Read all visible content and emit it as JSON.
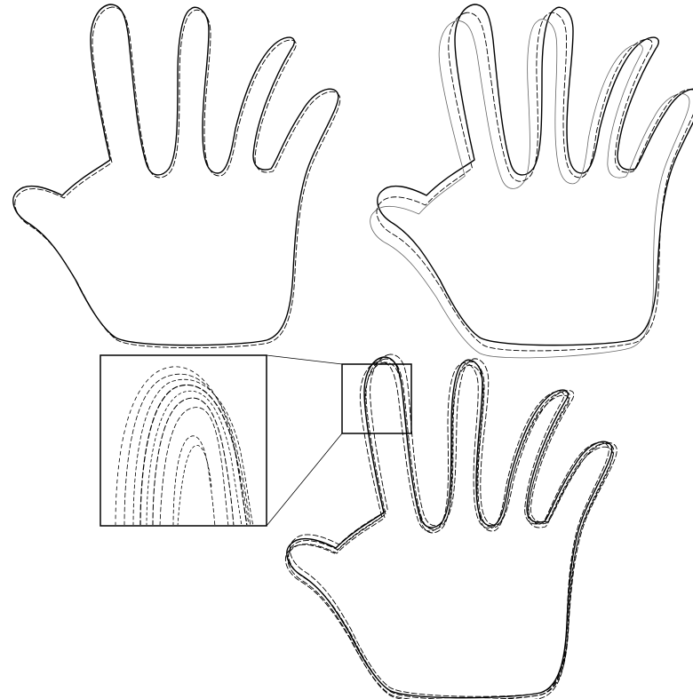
{
  "figure": {
    "panels": [
      {
        "id": "top-left",
        "description_text": "",
        "contours": [
          "solid",
          "dashed"
        ]
      },
      {
        "id": "top-right",
        "description_text": "",
        "contours": [
          "solid",
          "grey-solid",
          "dashed"
        ]
      },
      {
        "id": "bottom",
        "description_text": "",
        "contours": [
          "solid",
          "dashed",
          "dashed",
          "dashed",
          "dashed"
        ]
      }
    ],
    "inset": {
      "present": true,
      "magnifies": "index-finger-tip"
    },
    "colors": {
      "stroke": "#000000",
      "background": "#ffffff",
      "secondary_stroke": "#666666"
    }
  }
}
